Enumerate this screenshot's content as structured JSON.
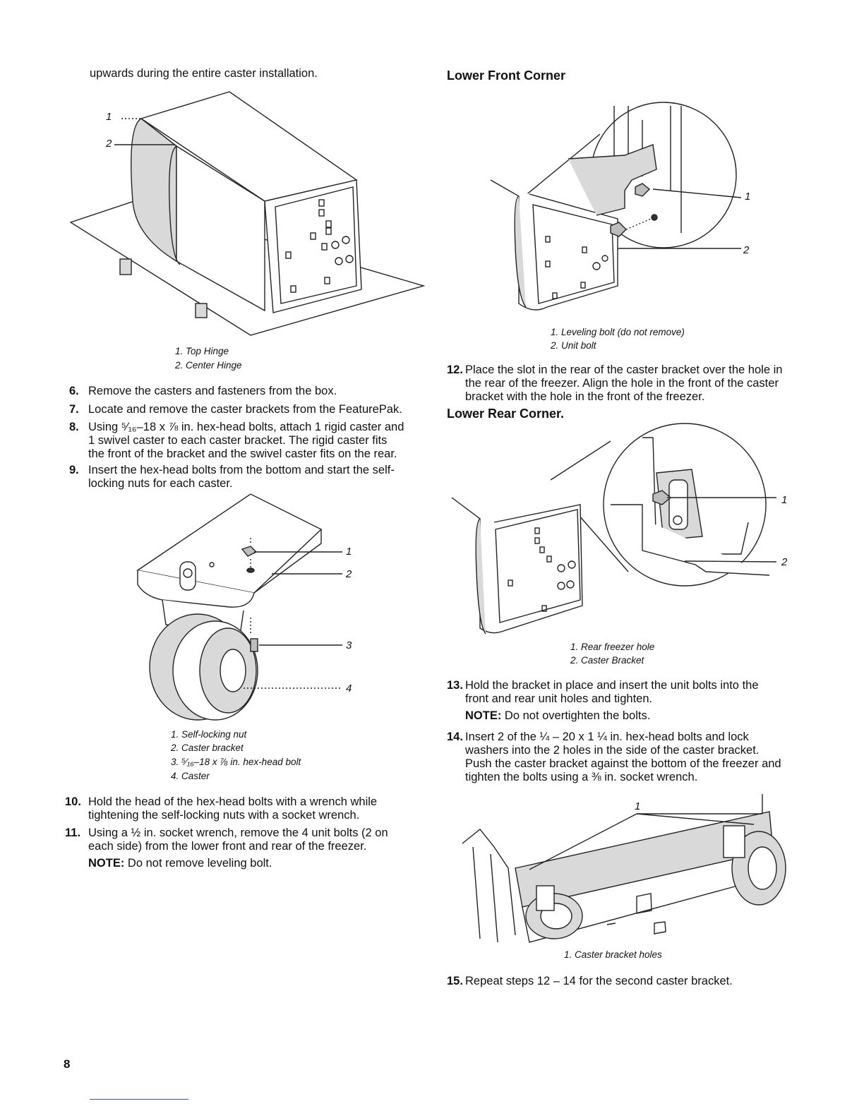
{
  "intro_text": "upwards during the entire caster installation.",
  "fig1": {
    "callouts": [
      "1",
      "2"
    ],
    "captions": [
      "1. Top Hinge",
      "2. Center Hinge"
    ]
  },
  "steps_left": [
    {
      "num": "6.",
      "text": "Remove the casters and fasteners from the box."
    },
    {
      "num": "7.",
      "text": "Locate and remove the caster brackets from the FeaturePak."
    },
    {
      "num": "8.",
      "lines": [
        "Using ⁵⁄₁₆–18 x ⅞ in. hex-head bolts, attach 1 rigid caster and",
        "1 swivel caster to each caster bracket. The rigid caster fits",
        "the front of the bracket and the swivel caster fits on the rear."
      ]
    },
    {
      "num": "9.",
      "lines": [
        "Insert the hex-head bolts from the bottom and start the self-",
        "locking nuts for each caster."
      ]
    }
  ],
  "fig2": {
    "callouts": [
      "1",
      "2",
      "3",
      "4"
    ],
    "captions": [
      "1. Self-locking nut",
      "2. Caster bracket",
      "3. ⁵⁄₁₆–18 x ⅞ in. hex-head bolt",
      "4. Caster"
    ]
  },
  "steps_left_2": [
    {
      "num": "10.",
      "lines": [
        "Hold the head of the hex-head bolts with a wrench while",
        "tightening the self-locking nuts with a socket wrench."
      ]
    },
    {
      "num": "11.",
      "lines": [
        "Using a ½ in. socket wrench, remove the 4 unit bolts (2 on",
        "each side) from the lower front and rear of the freezer."
      ]
    },
    {
      "num": "",
      "note_label": "NOTE:",
      "note_text": " Do not remove leveling bolt."
    }
  ],
  "section_front": {
    "heading": "Lower Front Corner",
    "callouts": [
      "1",
      "2"
    ],
    "captions": [
      "1. Leveling bolt (do not remove)",
      "2. Unit bolt"
    ]
  },
  "step12": {
    "num": "12.",
    "lines": [
      "Place the slot in the rear of the caster bracket over the hole in",
      "the rear of the freezer. Align the hole in the front of the caster",
      "bracket with the hole in the front of the freezer."
    ]
  },
  "section_rear": {
    "heading": "Lower Rear Corner.",
    "callouts": [
      "1",
      "2"
    ],
    "captions": [
      "1. Rear freezer hole",
      "2. Caster Bracket"
    ]
  },
  "step13": {
    "num": "13.",
    "lines": [
      "Hold the bracket in place and insert the unit bolts into the",
      "front and rear unit holes and tighten."
    ],
    "note_label": "NOTE:",
    "note_text": " Do not overtighten the bolts."
  },
  "step14": {
    "num": "14.",
    "lines": [
      "Insert 2 of the ¼ – 20 x 1 ¼ in. hex-head bolts and lock",
      "washers into the 2 holes in the side of the caster bracket.",
      "Push the caster bracket against the bottom of the freezer and",
      "tighten the bolts using a ⅜ in. socket wrench."
    ]
  },
  "fig5": {
    "callout": "1",
    "caption": "1. Caster bracket holes"
  },
  "step15": {
    "num": "15.",
    "text": "Repeat steps 12 – 14 for the second caster bracket."
  },
  "page_number": "8"
}
